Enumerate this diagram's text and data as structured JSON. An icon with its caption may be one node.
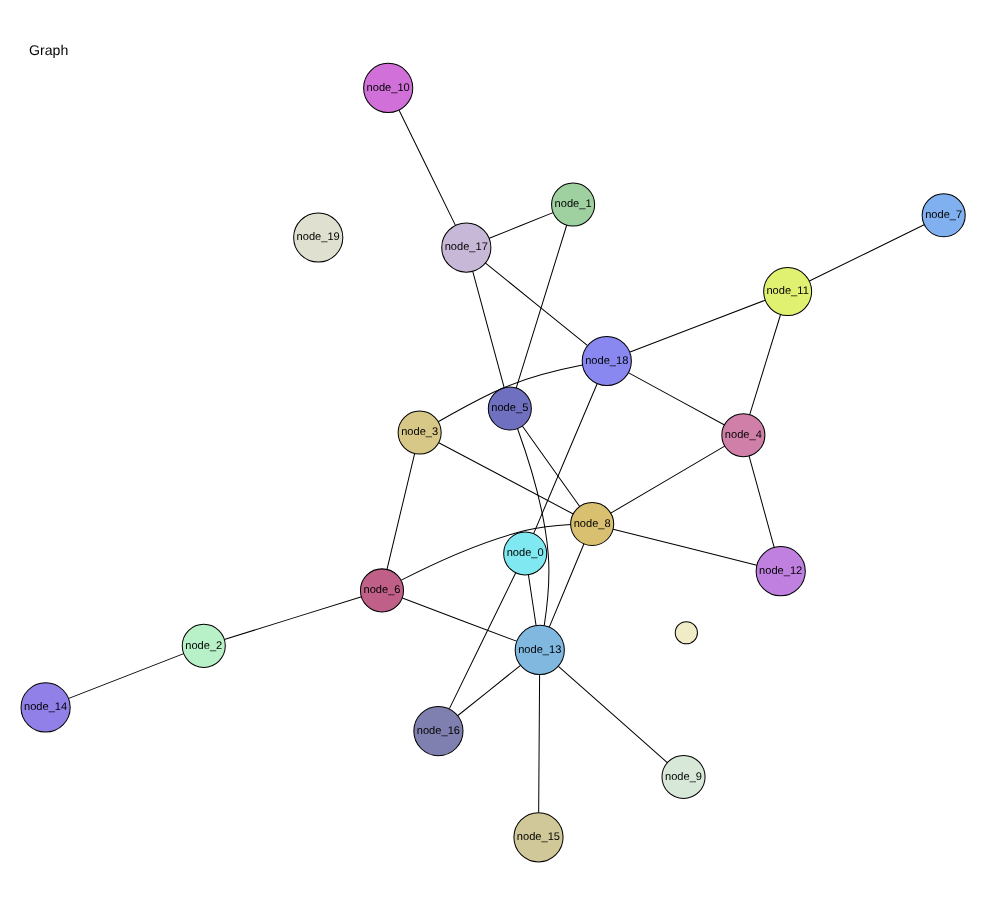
{
  "diagram": {
    "title": "Graph",
    "nodes": [
      {
        "text": [
          "node_0"
        ]
      },
      {
        "text": [
          "node_1"
        ]
      },
      {
        "text": [
          "node_2"
        ]
      },
      {
        "text": [
          "node_3"
        ]
      },
      {
        "text": [
          "node_4"
        ]
      },
      {
        "text": [
          "node_5"
        ]
      },
      {
        "text": [
          "node_6"
        ]
      },
      {
        "text": [
          "node_7"
        ]
      },
      {
        "text": [
          "node_8"
        ]
      },
      {
        "text": [
          "node_9"
        ]
      },
      {
        "text": [
          "node_10"
        ]
      },
      {
        "text": [
          "node_11"
        ]
      },
      {
        "text": [
          "node_12"
        ]
      },
      {
        "text": [
          "node_13"
        ]
      },
      {
        "text": [
          "node_14"
        ]
      },
      {
        "text": [
          "node_15"
        ]
      },
      {
        "text": [
          "node_16"
        ]
      },
      {
        "text": [
          "node_17"
        ]
      },
      {
        "text": [
          "node_18"
        ]
      },
      {
        "text": [
          "node_19"
        ]
      },
      {
        "text": [],
        "shape": "circle"
      }
    ],
    "edges": [
      {
        "from": 1,
        "to": 17,
        "arrow": "none"
      },
      {
        "from": 1,
        "to": 5,
        "arrow": "none"
      },
      {
        "from": 17,
        "to": 5,
        "arrow": "none"
      },
      {
        "from": 17,
        "to": 10,
        "arrow": "none"
      },
      {
        "from": 17,
        "to": 18,
        "arrow": "none"
      },
      {
        "from": 15,
        "to": 13,
        "arrow": "none"
      },
      {
        "from": 9,
        "to": 13,
        "arrow": "none"
      },
      {
        "from": 13,
        "to": 16,
        "arrow": "none"
      },
      {
        "from": 13,
        "to": 0,
        "arrow": "none"
      },
      {
        "from": 13,
        "to": 5,
        "arrow": "none"
      },
      {
        "from": 13,
        "to": 6,
        "arrow": "none"
      },
      {
        "from": 13,
        "to": 8,
        "arrow": "none"
      },
      {
        "from": 6,
        "to": 8,
        "arrow": "none"
      },
      {
        "from": 6,
        "to": 3,
        "arrow": "none"
      },
      {
        "from": 6,
        "to": 2,
        "arrow": "none"
      },
      {
        "from": 2,
        "to": 14,
        "arrow": "none"
      },
      {
        "from": 16,
        "to": 0,
        "arrow": "none"
      },
      {
        "from": 5,
        "to": 8,
        "arrow": "none"
      },
      {
        "from": 0,
        "to": 18,
        "arrow": "none"
      },
      {
        "from": 3,
        "to": 18,
        "arrow": "none"
      },
      {
        "from": 3,
        "to": 8,
        "arrow": "none"
      },
      {
        "from": 8,
        "to": 4,
        "arrow": "none"
      },
      {
        "from": 8,
        "to": 12,
        "arrow": "none"
      },
      {
        "from": 4,
        "to": 12,
        "arrow": "none"
      },
      {
        "from": 18,
        "to": 4,
        "arrow": "none"
      },
      {
        "from": 18,
        "to": 11,
        "arrow": "none"
      },
      {
        "from": 4,
        "to": 11,
        "arrow": "none"
      },
      {
        "from": 11,
        "to": 7,
        "arrow": "none"
      }
    ]
  }
}
